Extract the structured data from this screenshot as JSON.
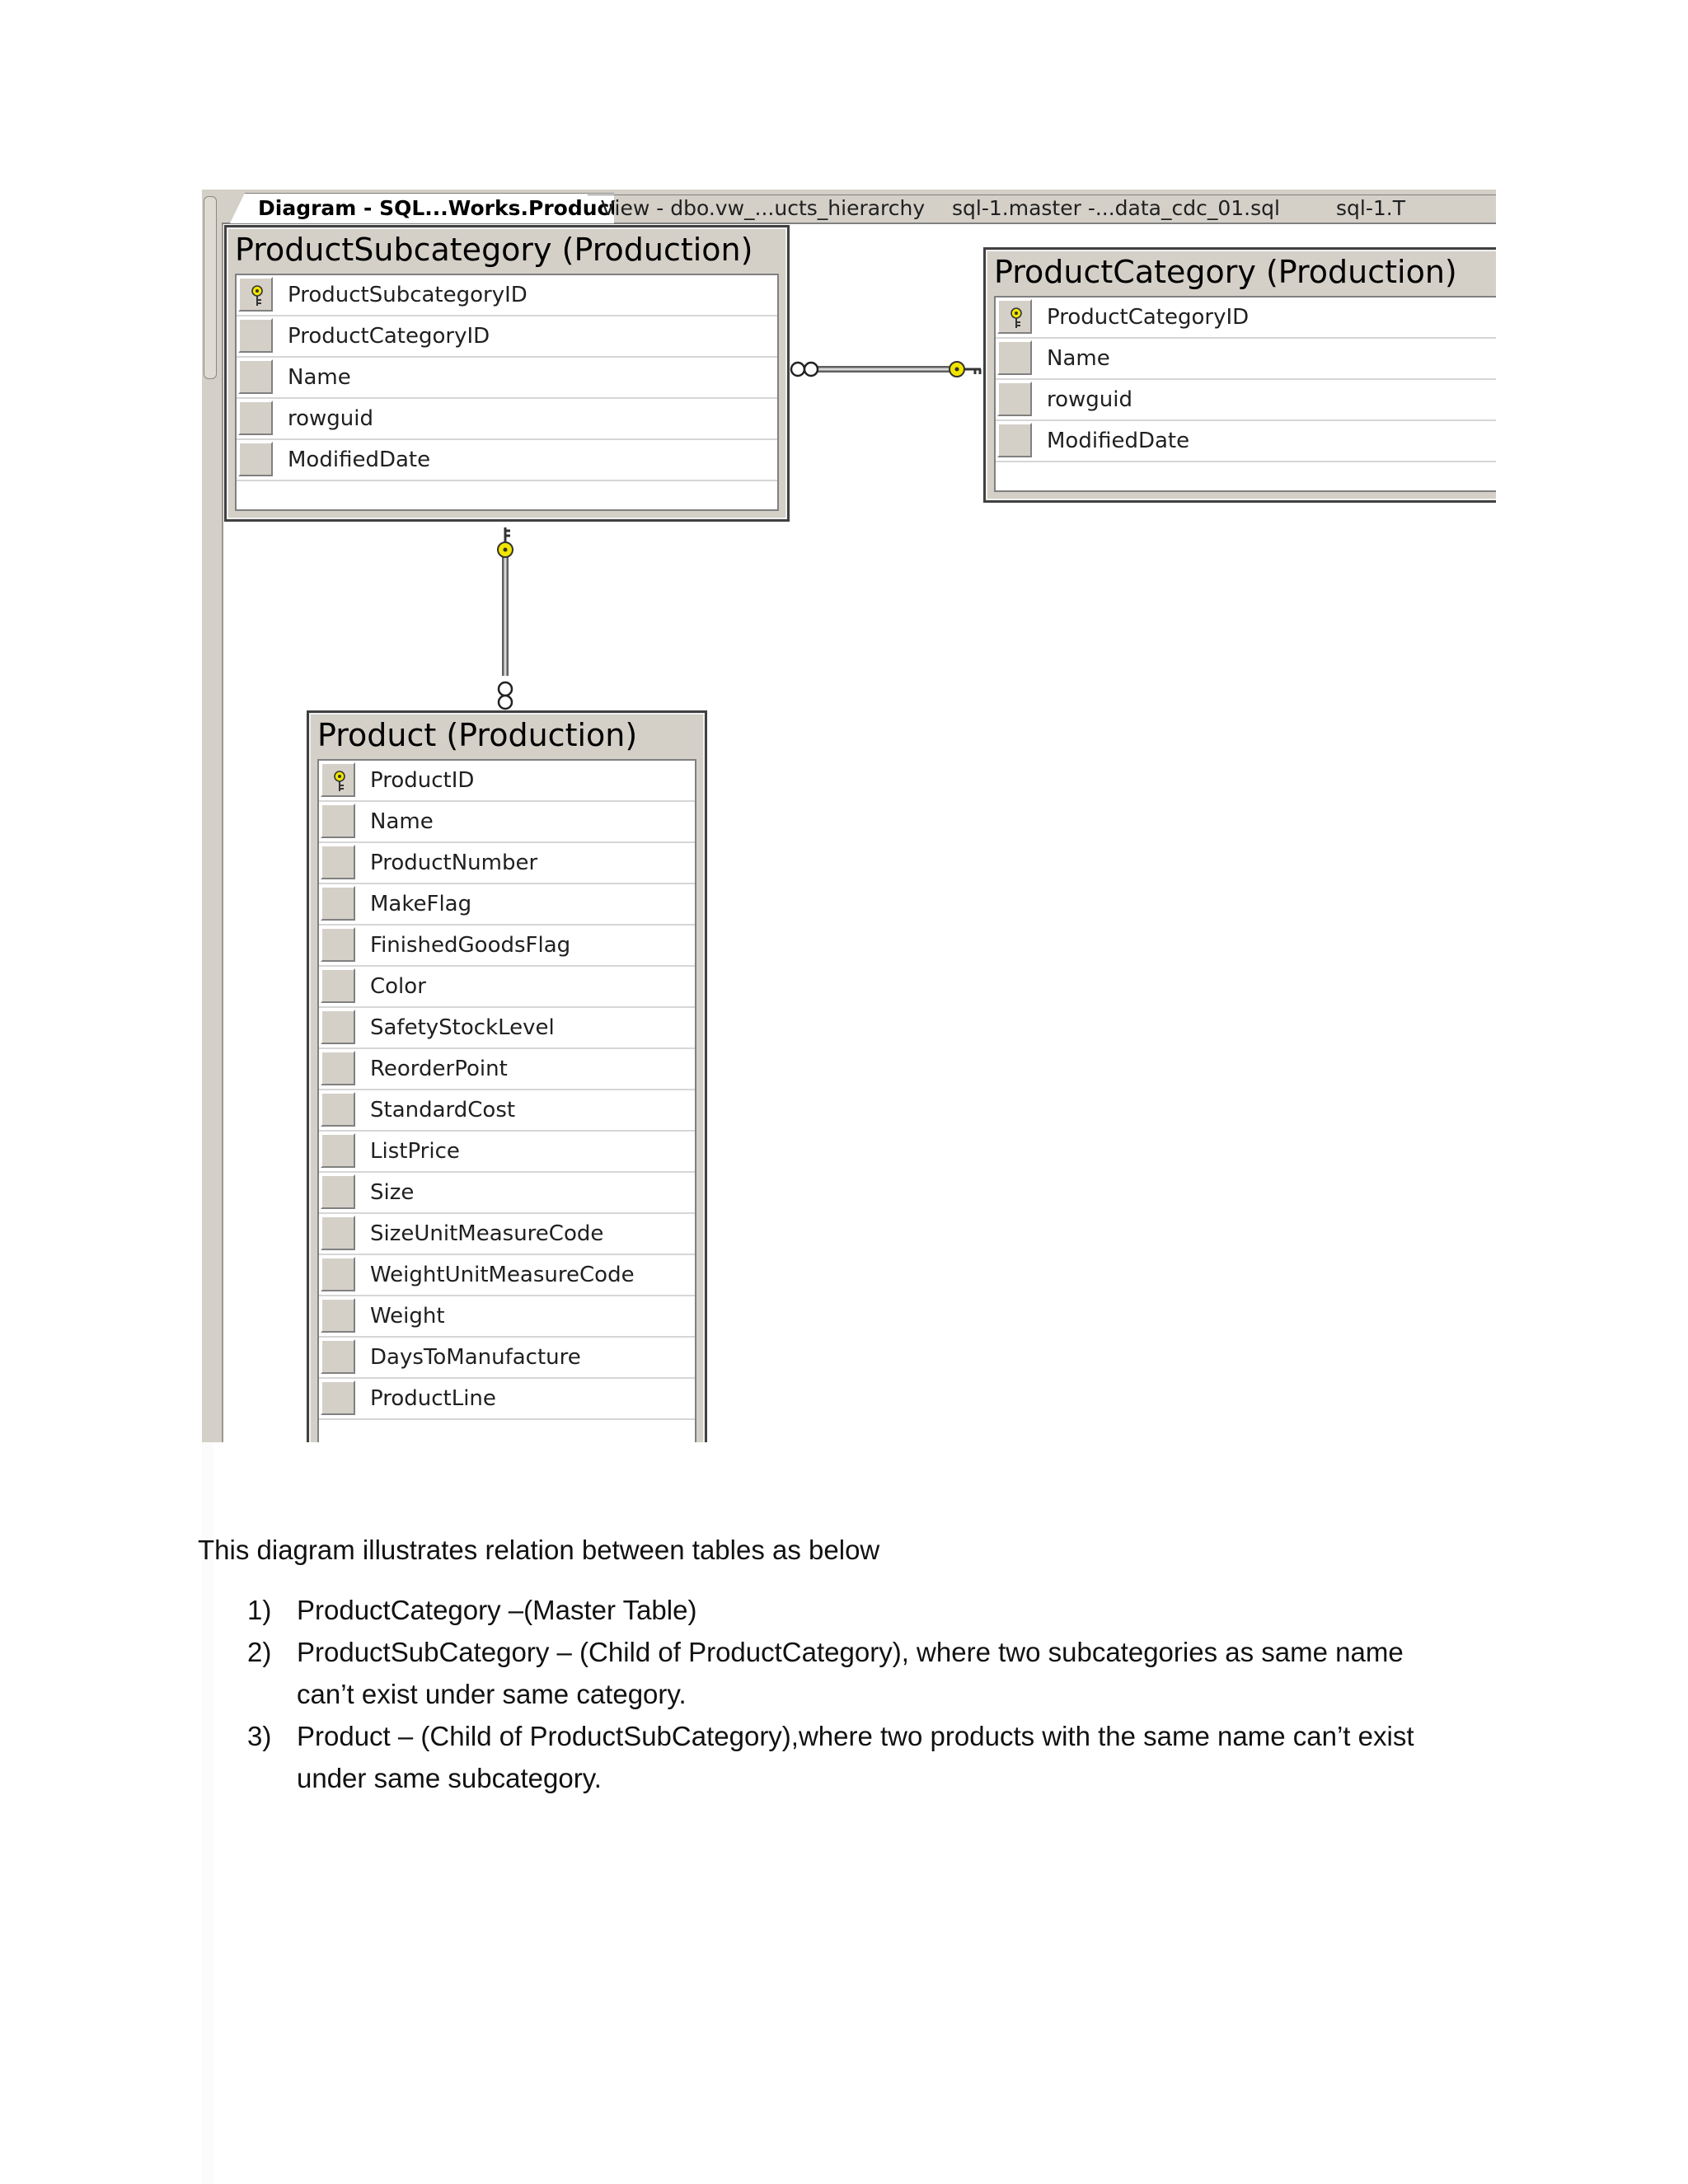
{
  "screenshot": {
    "tabs": [
      {
        "label": "Diagram - SQL...Works.Product",
        "active": true
      },
      {
        "label": "View - dbo.vw_...ucts_hierarchy",
        "active": false
      },
      {
        "label": "sql-1.master -...data_cdc_01.sql",
        "active": false
      },
      {
        "label": "sql-1.T",
        "active": false
      }
    ],
    "tables": {
      "subcategory": {
        "title": "ProductSubcategory (Production)",
        "columns": [
          {
            "name": "ProductSubcategoryID",
            "primary_key": true
          },
          {
            "name": "ProductCategoryID",
            "primary_key": false
          },
          {
            "name": "Name",
            "primary_key": false
          },
          {
            "name": "rowguid",
            "primary_key": false
          },
          {
            "name": "ModifiedDate",
            "primary_key": false
          }
        ]
      },
      "category": {
        "title": "ProductCategory (Production)",
        "columns": [
          {
            "name": "ProductCategoryID",
            "primary_key": true
          },
          {
            "name": "Name",
            "primary_key": false
          },
          {
            "name": "rowguid",
            "primary_key": false
          },
          {
            "name": "ModifiedDate",
            "primary_key": false
          }
        ]
      },
      "product": {
        "title": "Product (Production)",
        "columns": [
          {
            "name": "ProductID",
            "primary_key": true
          },
          {
            "name": "Name",
            "primary_key": false
          },
          {
            "name": "ProductNumber",
            "primary_key": false
          },
          {
            "name": "MakeFlag",
            "primary_key": false
          },
          {
            "name": "FinishedGoodsFlag",
            "primary_key": false
          },
          {
            "name": "Color",
            "primary_key": false
          },
          {
            "name": "SafetyStockLevel",
            "primary_key": false
          },
          {
            "name": "ReorderPoint",
            "primary_key": false
          },
          {
            "name": "StandardCost",
            "primary_key": false
          },
          {
            "name": "ListPrice",
            "primary_key": false
          },
          {
            "name": "Size",
            "primary_key": false
          },
          {
            "name": "SizeUnitMeasureCode",
            "primary_key": false
          },
          {
            "name": "WeightUnitMeasureCode",
            "primary_key": false
          },
          {
            "name": "Weight",
            "primary_key": false
          },
          {
            "name": "DaysToManufacture",
            "primary_key": false
          },
          {
            "name": "ProductLine",
            "primary_key": false
          }
        ]
      }
    }
  },
  "document": {
    "intro": "This diagram illustrates relation between tables as below",
    "items": [
      {
        "number": "1)",
        "line1": "ProductCategory –(Master Table)",
        "line2": ""
      },
      {
        "number": "2)",
        "line1": "ProductSubCategory – (Child of ProductCategory), where  two subcategories as same name",
        "line2": "can’t  exist  under same category."
      },
      {
        "number": "3)",
        "line1": "Product – (Child of ProductSubCategory),where two products with the same name can’t exist",
        "line2": "under same subcategory."
      }
    ]
  },
  "colors": {
    "chrome": "#d4d0c8",
    "key_icon": "#f2e600",
    "relation_line": "#606060"
  },
  "icons": {
    "primary_key": "key-icon",
    "relation_one": "key-icon",
    "relation_many": "infinity-icon"
  }
}
